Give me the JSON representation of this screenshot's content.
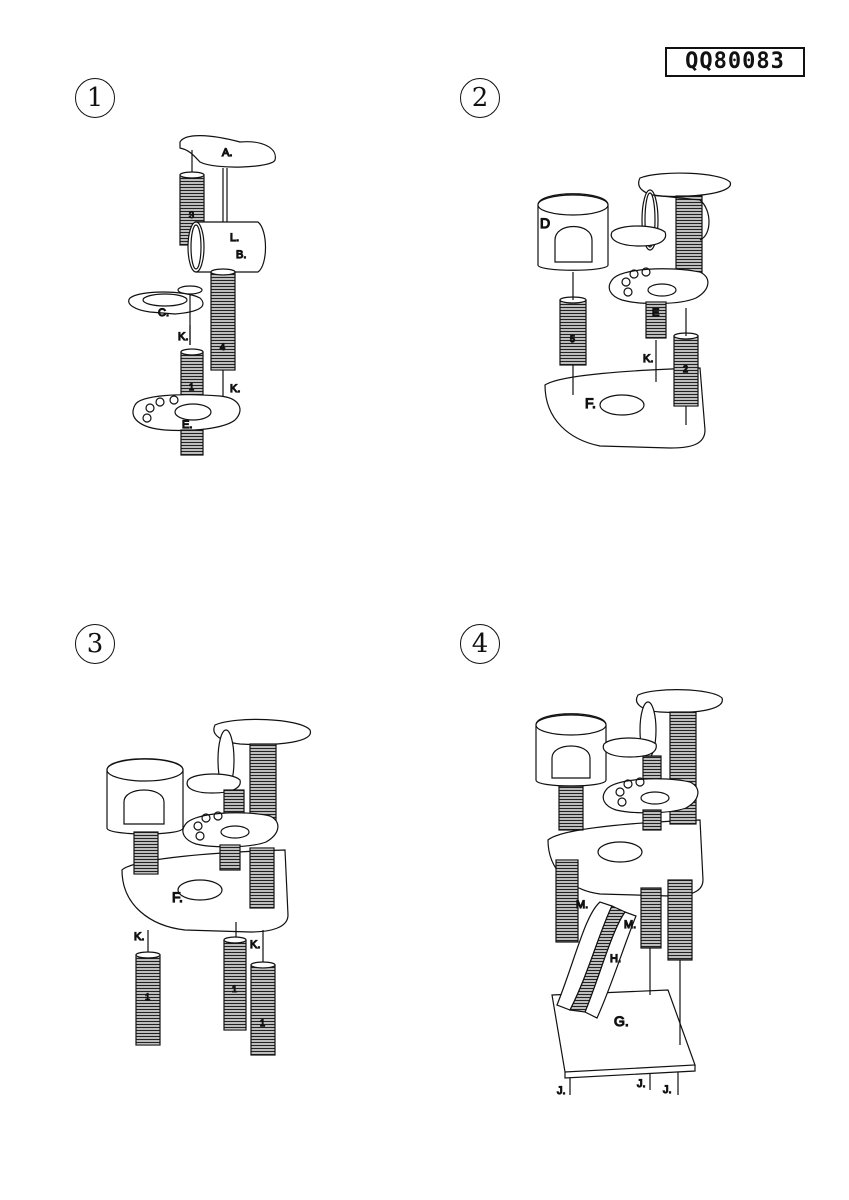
{
  "model_code": "QQ80083",
  "steps": [
    {
      "number": "1",
      "labels": {
        "a": "A.",
        "b": "B.",
        "c": "C.",
        "e": "E.",
        "k1": "K.",
        "k2": "K.",
        "l": "L.",
        "post3": "3",
        "post4": "4",
        "post1": "1"
      }
    },
    {
      "number": "2",
      "labels": {
        "d": "D",
        "e": "E",
        "f": "F.",
        "k": "K.",
        "post5": "5",
        "post2": "2"
      }
    },
    {
      "number": "3",
      "labels": {
        "f": "F.",
        "k1": "K.",
        "k2": "K.",
        "post1a": "1",
        "post1b": "1",
        "post1c": "1"
      }
    },
    {
      "number": "4",
      "labels": {
        "m1": "M.",
        "m2": "M.",
        "h": "H.",
        "g": "G.",
        "j1": "J.",
        "j2": "J.",
        "j3": "J."
      }
    }
  ]
}
